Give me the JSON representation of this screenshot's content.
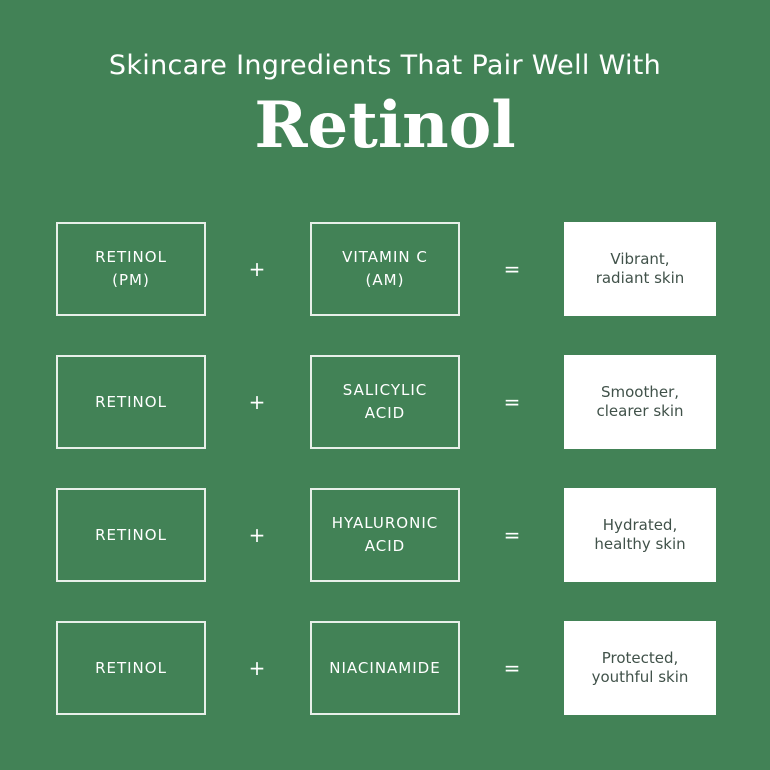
{
  "header": {
    "subtitle": "Skincare Ingredients That Pair Well With",
    "title": "Retinol"
  },
  "operators": {
    "plus": "+",
    "equals": "="
  },
  "pairs": [
    {
      "left": "RETINOL\n(PM)",
      "right": "VITAMIN C\n(AM)",
      "result": "Vibrant,\nradiant skin"
    },
    {
      "left": "RETINOL",
      "right": "SALICYLIC\nACID",
      "result": "Smoother,\nclearer skin"
    },
    {
      "left": "RETINOL",
      "right": "HYALURONIC\nACID",
      "result": "Hydrated,\nhealthy skin"
    },
    {
      "left": "RETINOL",
      "right": "NIACINAMIDE",
      "result": "Protected,\nyouthful skin"
    }
  ]
}
